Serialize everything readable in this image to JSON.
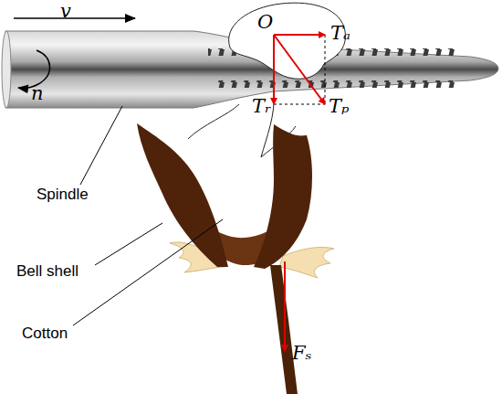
{
  "diagram": {
    "labels": [
      "v",
      "n",
      "O",
      "Tₐ",
      "Tᵣ",
      "Tₚ",
      "Spindle",
      "Bell shell",
      "Cotton",
      "Fₛ"
    ]
  }
}
